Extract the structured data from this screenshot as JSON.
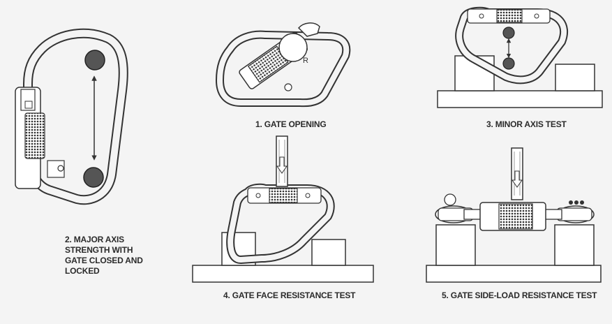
{
  "captions": {
    "gate_opening": "1. GATE OPENING",
    "major_axis_lines": [
      "2. MAJOR AXIS",
      "STRENGTH WITH",
      "GATE CLOSED AND",
      "LOCKED"
    ],
    "minor_axis": "3. MINOR AXIS TEST",
    "gate_face": "4. GATE FACE RESISTANCE TEST",
    "gate_side_load": "5. GATE SIDE-LOAD RESISTANCE TEST"
  },
  "labels": {
    "radius": "R"
  },
  "colors": {
    "background": "#f4f4f4",
    "line": "#333333",
    "fill": "#ffffff",
    "pin": "#555555"
  }
}
